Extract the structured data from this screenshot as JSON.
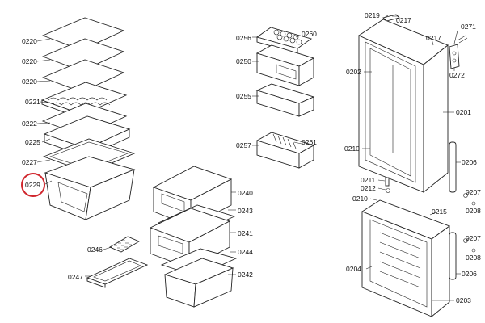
{
  "diagram": {
    "highlighted_part": "0229",
    "highlight_color": "#d0262d",
    "left_column": {
      "shelf_top": "0220",
      "shelf_2": "0220",
      "shelf_3": "0220",
      "bottle_rack": "0221",
      "shelf_4": "0222",
      "drawer_cover": "0225",
      "glass_shelf": "0227",
      "crisper": "0229",
      "egg_tray": "0246",
      "ice_tray": "0247"
    },
    "door_bins": {
      "egg_bin": "0256",
      "egg_insert": "0260",
      "bin_large": "0250",
      "bin_mid": "0255",
      "bin_bottom": "0257",
      "bin_insert": "0261"
    },
    "freezer_drawers": {
      "drawer_1": "0240",
      "cover_1": "0243",
      "drawer_2": "0241",
      "cover_2": "0244",
      "drawer_3": "0242"
    },
    "doors": {
      "top_a": "0219",
      "top_b": "0217",
      "top_c": "0217",
      "top_d": "0271",
      "top_e": "0272",
      "upper_door": "0202",
      "upper_gasket": "0201",
      "upper_hinge": "0210",
      "handle_upper": "0206",
      "middle_a": "0211",
      "middle_b": "0212",
      "lower_hinge": "0210",
      "lower_top": "0215",
      "screw_a": "0207",
      "screw_b": "0208",
      "screw_c": "0207",
      "screw_d": "0208",
      "lower_door": "0204",
      "handle_lower": "0206",
      "lower_gasket": "0203"
    }
  }
}
